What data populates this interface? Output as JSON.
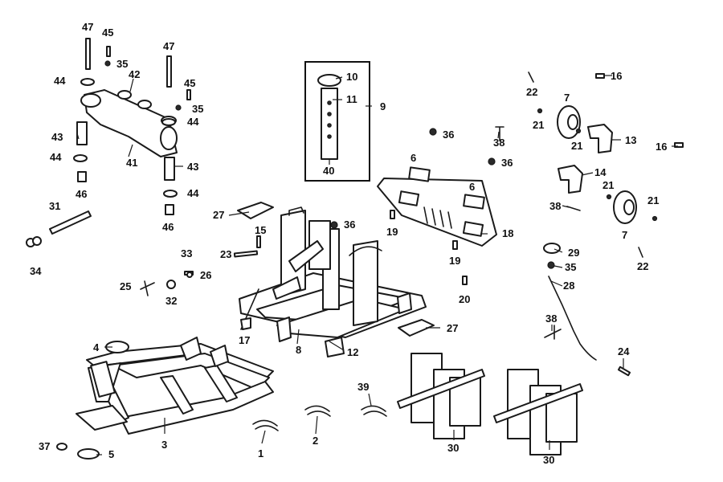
{
  "diagram": {
    "callouts": [
      {
        "id": "c1",
        "label": "1"
      },
      {
        "id": "c2",
        "label": "2"
      },
      {
        "id": "c3",
        "label": "3"
      },
      {
        "id": "c4",
        "label": "4"
      },
      {
        "id": "c5",
        "label": "5"
      },
      {
        "id": "c6a",
        "label": "6"
      },
      {
        "id": "c6b",
        "label": "6"
      },
      {
        "id": "c7a",
        "label": "7"
      },
      {
        "id": "c7b",
        "label": "7"
      },
      {
        "id": "c8",
        "label": "8"
      },
      {
        "id": "c9",
        "label": "9"
      },
      {
        "id": "c10",
        "label": "10"
      },
      {
        "id": "c11",
        "label": "11"
      },
      {
        "id": "c12",
        "label": "12"
      },
      {
        "id": "c13",
        "label": "13"
      },
      {
        "id": "c14",
        "label": "14"
      },
      {
        "id": "c15",
        "label": "15"
      },
      {
        "id": "c16a",
        "label": "16"
      },
      {
        "id": "c16b",
        "label": "16"
      },
      {
        "id": "c17",
        "label": "17"
      },
      {
        "id": "c18",
        "label": "18"
      },
      {
        "id": "c19a",
        "label": "19"
      },
      {
        "id": "c19b",
        "label": "19"
      },
      {
        "id": "c20",
        "label": "20"
      },
      {
        "id": "c21a",
        "label": "21"
      },
      {
        "id": "c21b",
        "label": "21"
      },
      {
        "id": "c21c",
        "label": "21"
      },
      {
        "id": "c21d",
        "label": "21"
      },
      {
        "id": "c22a",
        "label": "22"
      },
      {
        "id": "c22b",
        "label": "22"
      },
      {
        "id": "c23",
        "label": "23"
      },
      {
        "id": "c24",
        "label": "24"
      },
      {
        "id": "c25",
        "label": "25"
      },
      {
        "id": "c26",
        "label": "26"
      },
      {
        "id": "c27a",
        "label": "27"
      },
      {
        "id": "c27b",
        "label": "27"
      },
      {
        "id": "c28",
        "label": "28"
      },
      {
        "id": "c29",
        "label": "29"
      },
      {
        "id": "c30a",
        "label": "30"
      },
      {
        "id": "c30b",
        "label": "30"
      },
      {
        "id": "c31",
        "label": "31"
      },
      {
        "id": "c32",
        "label": "32"
      },
      {
        "id": "c33",
        "label": "33"
      },
      {
        "id": "c34",
        "label": "34"
      },
      {
        "id": "c35a",
        "label": "35"
      },
      {
        "id": "c35b",
        "label": "35"
      },
      {
        "id": "c35c",
        "label": "35"
      },
      {
        "id": "c36a",
        "label": "36"
      },
      {
        "id": "c36b",
        "label": "36"
      },
      {
        "id": "c36c",
        "label": "36"
      },
      {
        "id": "c37",
        "label": "37"
      },
      {
        "id": "c38a",
        "label": "38"
      },
      {
        "id": "c38b",
        "label": "38"
      },
      {
        "id": "c38c",
        "label": "38"
      },
      {
        "id": "c39",
        "label": "39"
      },
      {
        "id": "c40",
        "label": "40"
      },
      {
        "id": "c41",
        "label": "41"
      },
      {
        "id": "c42",
        "label": "42"
      },
      {
        "id": "c43a",
        "label": "43"
      },
      {
        "id": "c43b",
        "label": "43"
      },
      {
        "id": "c44a",
        "label": "44"
      },
      {
        "id": "c44b",
        "label": "44"
      },
      {
        "id": "c44c",
        "label": "44"
      },
      {
        "id": "c44d",
        "label": "44"
      },
      {
        "id": "c45a",
        "label": "45"
      },
      {
        "id": "c45b",
        "label": "45"
      },
      {
        "id": "c46a",
        "label": "46"
      },
      {
        "id": "c46b",
        "label": "46"
      },
      {
        "id": "c47a",
        "label": "47"
      },
      {
        "id": "c47b",
        "label": "47"
      }
    ]
  },
  "colors": {
    "line": "#1a1a1a",
    "background": "#ffffff"
  }
}
